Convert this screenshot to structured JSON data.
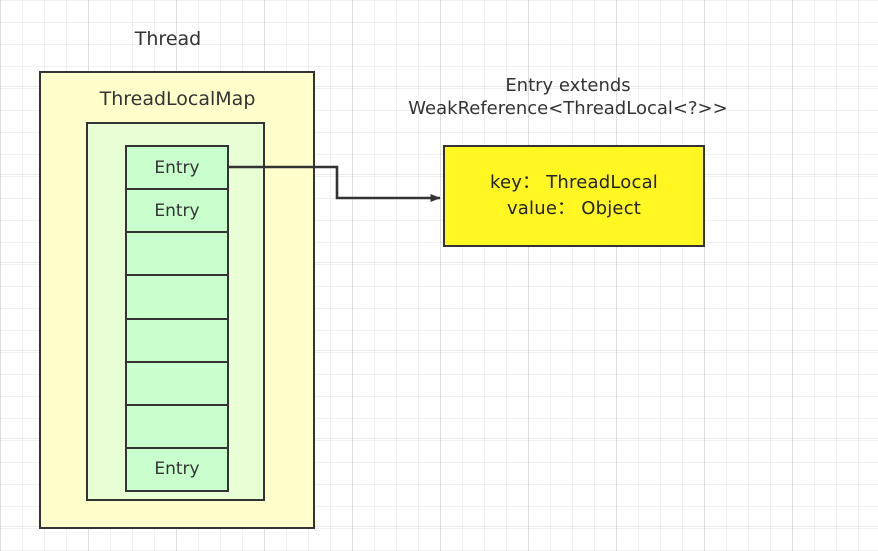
{
  "diagram": {
    "title_thread": "Thread",
    "title_map": "ThreadLocalMap",
    "entry_detail_title_line1": "Entry extends",
    "entry_detail_title_line2": "WeakReference<ThreadLocal<?>>",
    "entry_detail": {
      "key_line": "key： ThreadLocal",
      "value_line": "value： Object"
    },
    "entry_cells": [
      {
        "label": "Entry"
      },
      {
        "label": "Entry"
      },
      {
        "label": ""
      },
      {
        "label": ""
      },
      {
        "label": ""
      },
      {
        "label": ""
      },
      {
        "label": ""
      },
      {
        "label": "Entry"
      }
    ],
    "colors": {
      "thread_fill": "#FFFFCC",
      "map_fill": "#E8FFD6",
      "entry_fill": "#C8FFCC",
      "entry_detail_fill": "#FFF622",
      "stroke": "#333333",
      "text": "#333333",
      "grid_minor": "#F0F0F0",
      "grid_major": "#E6E6E6",
      "background": "#FFFFFF"
    },
    "connector": {
      "name": "entry-to-detail-arrow",
      "from": "first entry cell",
      "to": "entry detail box"
    }
  }
}
